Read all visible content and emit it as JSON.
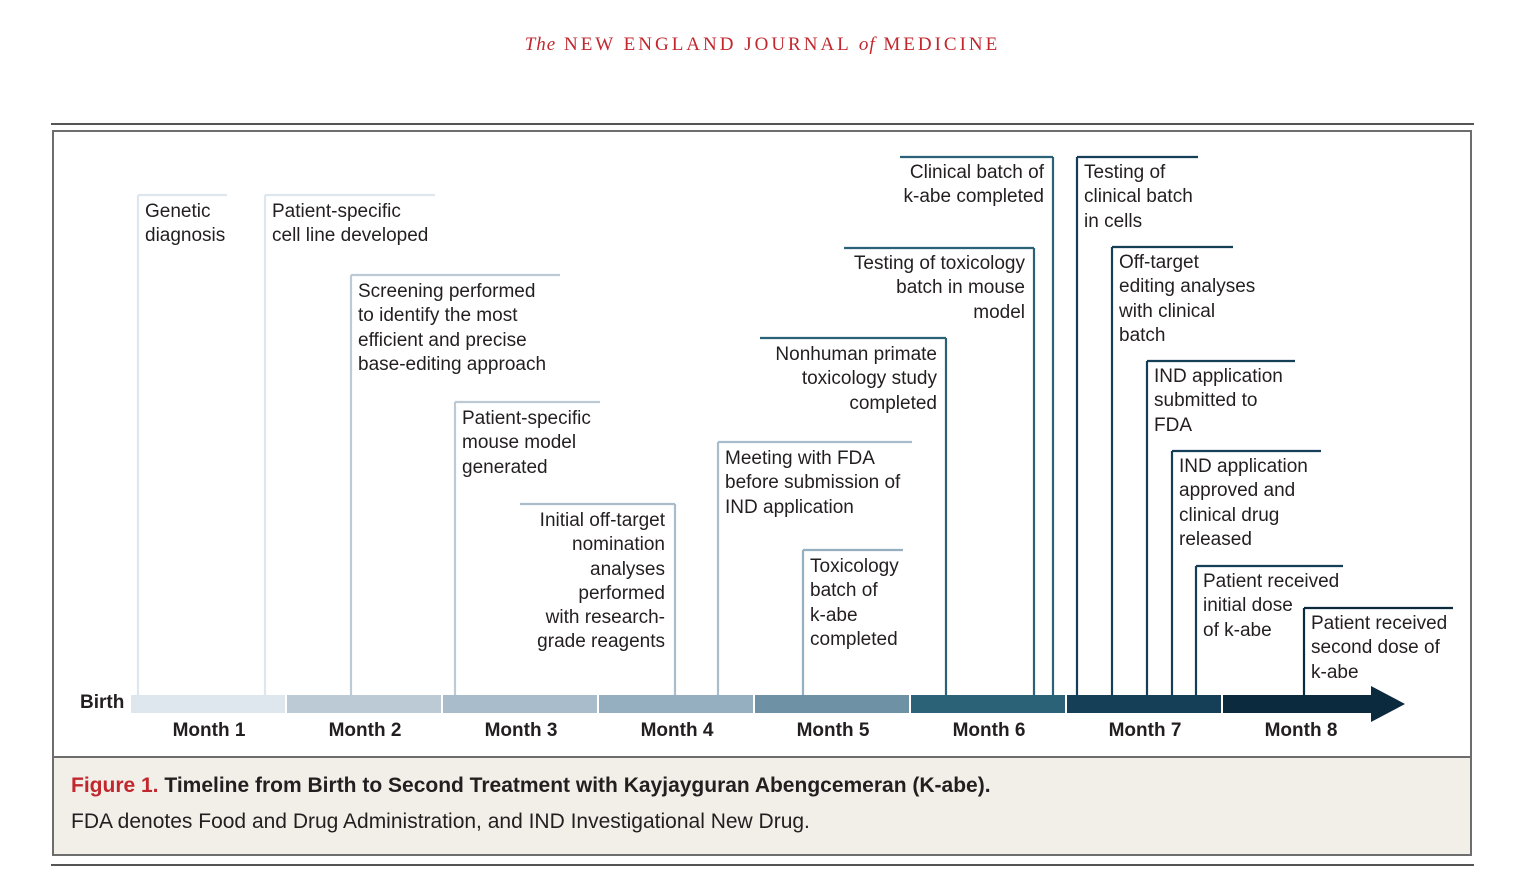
{
  "journal": {
    "the": "The",
    "name1": "NEW ENGLAND JOURNAL",
    "of": "of",
    "name2": "MEDICINE"
  },
  "timeline": {
    "start_label": "Birth",
    "months": [
      "Month 1",
      "Month 2",
      "Month 3",
      "Month 4",
      "Month 5",
      "Month 6",
      "Month 7",
      "Month 8"
    ],
    "month_colors": [
      "#dde7ed",
      "#bccad6",
      "#a9bccb",
      "#95afc0",
      "#6f91a6",
      "#2b6278",
      "#143f57",
      "#0c2a3e"
    ],
    "arrow_color": "#0c2a3e"
  },
  "milestones": [
    {
      "id": "genetic-diagnosis",
      "lines": [
        "Genetic",
        "diagnosis"
      ],
      "color": "#dde7ed"
    },
    {
      "id": "cell-line",
      "lines": [
        "Patient-specific",
        "cell line developed"
      ],
      "color": "#dde7ed"
    },
    {
      "id": "screening",
      "lines": [
        "Screening performed",
        "to identify the most",
        "efficient and precise",
        "base-editing approach"
      ],
      "color": "#bccad6"
    },
    {
      "id": "mouse-model",
      "lines": [
        "Patient-specific",
        "mouse model",
        "generated"
      ],
      "color": "#bccad6"
    },
    {
      "id": "off-target-nomination",
      "lines": [
        "Initial off-target",
        "nomination",
        "analyses",
        "performed",
        "with research-",
        "grade reagents"
      ],
      "color": "#a9bccb"
    },
    {
      "id": "fda-meeting",
      "lines": [
        "Meeting with FDA",
        "before submission of",
        "IND application"
      ],
      "color": "#a9bccb"
    },
    {
      "id": "toxicology-batch",
      "lines": [
        "Toxicology",
        "batch of",
        "k-abe",
        "completed"
      ],
      "color": "#95afc0"
    },
    {
      "id": "nhp-study",
      "lines": [
        "Nonhuman primate",
        "toxicology study",
        "completed"
      ],
      "color": "#2b6278"
    },
    {
      "id": "mouse-testing",
      "lines": [
        "Testing of toxicology",
        "batch in mouse",
        "model"
      ],
      "color": "#2b6278"
    },
    {
      "id": "clinical-batch",
      "lines": [
        "Clinical batch of",
        "k-abe completed"
      ],
      "color": "#2b6278"
    },
    {
      "id": "clinical-testing",
      "lines": [
        "Testing of",
        "clinical batch",
        "in cells"
      ],
      "color": "#143f57"
    },
    {
      "id": "off-target-clinical",
      "lines": [
        "Off-target",
        "editing analyses",
        "with clinical",
        "batch"
      ],
      "color": "#143f57"
    },
    {
      "id": "ind-submitted",
      "lines": [
        "IND application",
        "submitted to",
        "FDA"
      ],
      "color": "#143f57"
    },
    {
      "id": "ind-approved",
      "lines": [
        "IND application",
        "approved and",
        "clinical drug",
        "released"
      ],
      "color": "#143f57"
    },
    {
      "id": "initial-dose",
      "lines": [
        "Patient received",
        "initial dose",
        "of k-abe"
      ],
      "color": "#143f57"
    },
    {
      "id": "second-dose",
      "lines": [
        "Patient received",
        "second dose of",
        "k-abe"
      ],
      "color": "#0c2a3e"
    }
  ],
  "caption": {
    "figure_label": "Figure 1.",
    "title": "Timeline from Birth to Second Treatment with Kayjayguran Abengcemeran (K-abe).",
    "body": "FDA denotes Food and Drug Administration, and IND Investigational New Drug."
  }
}
